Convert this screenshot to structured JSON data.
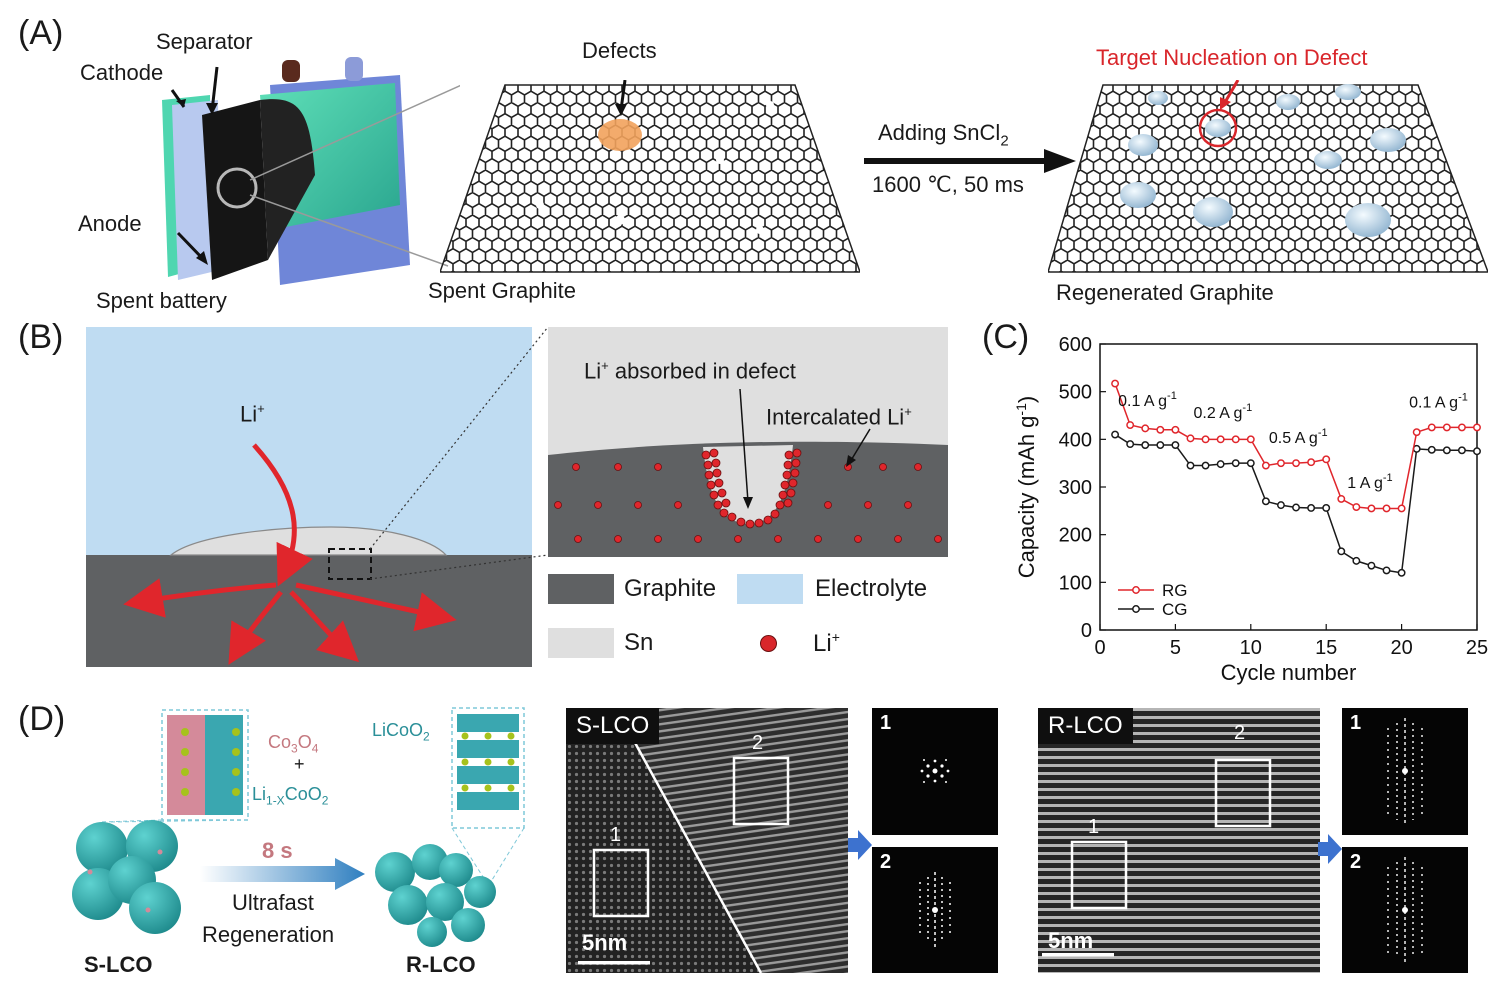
{
  "panelA": {
    "letter": "(A)",
    "labels": {
      "separator": "Separator",
      "cathode": "Cathode",
      "anode": "Anode",
      "spent_battery": "Spent battery",
      "defects": "Defects",
      "spent_graphite": "Spent Graphite",
      "process_line1_main": "Adding SnCl",
      "process_line1_sub": "2",
      "process_line2": "1600 ℃, 50 ms",
      "target": "Target Nucleation on Defect",
      "regenerated": "Regenerated Graphite"
    }
  },
  "panelB": {
    "letter": "(B)",
    "labels": {
      "li_main": "Li",
      "li_sup": "+",
      "absorbed_main": "Li",
      "absorbed_sup": "+",
      "absorbed_rest": " absorbed in defect",
      "intercalated_main": "Intercalated Li",
      "intercalated_sup": "+"
    },
    "legend": [
      {
        "label": "Graphite",
        "color": "#5f6163"
      },
      {
        "label": "Electrolyte",
        "color": "#bfdcf2"
      },
      {
        "label": "Sn",
        "color": "#dfdfdf"
      },
      {
        "label": "Li",
        "sup": "+",
        "color": "#d9262b"
      }
    ]
  },
  "panelC": {
    "letter": "(C)"
  },
  "chart_data": {
    "type": "line",
    "xlabel": "Cycle number",
    "ylabel_main": "Capacity (mAh g",
    "ylabel_sup": "-1",
    "ylabel_tail": ")",
    "xlim": [
      0,
      25
    ],
    "ylim": [
      0,
      600
    ],
    "xticks": [
      0,
      5,
      10,
      15,
      20,
      25
    ],
    "yticks": [
      0,
      100,
      200,
      300,
      400,
      500,
      600
    ],
    "legend_position": "bottom-left",
    "series": [
      {
        "name": "RG",
        "color": "#e0262c",
        "x": [
          1,
          2,
          3,
          4,
          5,
          6,
          7,
          8,
          9,
          10,
          11,
          12,
          13,
          14,
          15,
          16,
          17,
          18,
          19,
          20,
          21,
          22,
          23,
          24,
          25
        ],
        "y": [
          517,
          430,
          423,
          420,
          420,
          402,
          400,
          400,
          400,
          400,
          345,
          350,
          350,
          352,
          358,
          275,
          258,
          255,
          255,
          255,
          415,
          425,
          425,
          425,
          425
        ]
      },
      {
        "name": "CG",
        "color": "#1a1a1a",
        "x": [
          1,
          2,
          3,
          4,
          5,
          6,
          7,
          8,
          9,
          10,
          11,
          12,
          13,
          14,
          15,
          16,
          17,
          18,
          19,
          20,
          21,
          22,
          23,
          24,
          25
        ],
        "y": [
          410,
          390,
          388,
          388,
          388,
          345,
          345,
          348,
          350,
          350,
          270,
          262,
          257,
          256,
          256,
          165,
          145,
          135,
          125,
          120,
          380,
          378,
          377,
          377,
          375
        ]
      }
    ],
    "annotations": [
      {
        "text": "0.1 A g",
        "sup": "-1",
        "x": 1.2,
        "y": 470
      },
      {
        "text": "0.2 A g",
        "sup": "-1",
        "x": 6.2,
        "y": 445
      },
      {
        "text": "0.5 A g",
        "sup": "-1",
        "x": 11.2,
        "y": 392
      },
      {
        "text": "1 A g",
        "sup": "-1",
        "x": 16.4,
        "y": 298
      },
      {
        "text": "0.1 A g",
        "sup": "-1",
        "x": 20.5,
        "y": 467
      }
    ]
  },
  "panelD": {
    "letter": "(D)",
    "labels": {
      "co3o4_a": "Co",
      "co3o4_b": "3",
      "co3o4_c": "O",
      "co3o4_d": "4",
      "plus": "+",
      "li1x_a": "Li",
      "li1x_b": "1-X",
      "li1x_c": "CoO",
      "li1x_d": "2",
      "licoo2_a": "LiCoO",
      "licoo2_b": "2",
      "time": "8 s",
      "ultrafast": "Ultrafast",
      "regeneration": "Regeneration",
      "slco": "S-LCO",
      "rlco": "R-LCO"
    },
    "micrographs": [
      {
        "tag": "S-LCO",
        "scale": "5nm",
        "box1": "1",
        "box2": "2"
      },
      {
        "tag": "R-LCO",
        "scale": "5nm",
        "box1": "1",
        "box2": "2"
      }
    ],
    "fft_labels": [
      "1",
      "2",
      "1",
      "2"
    ]
  }
}
